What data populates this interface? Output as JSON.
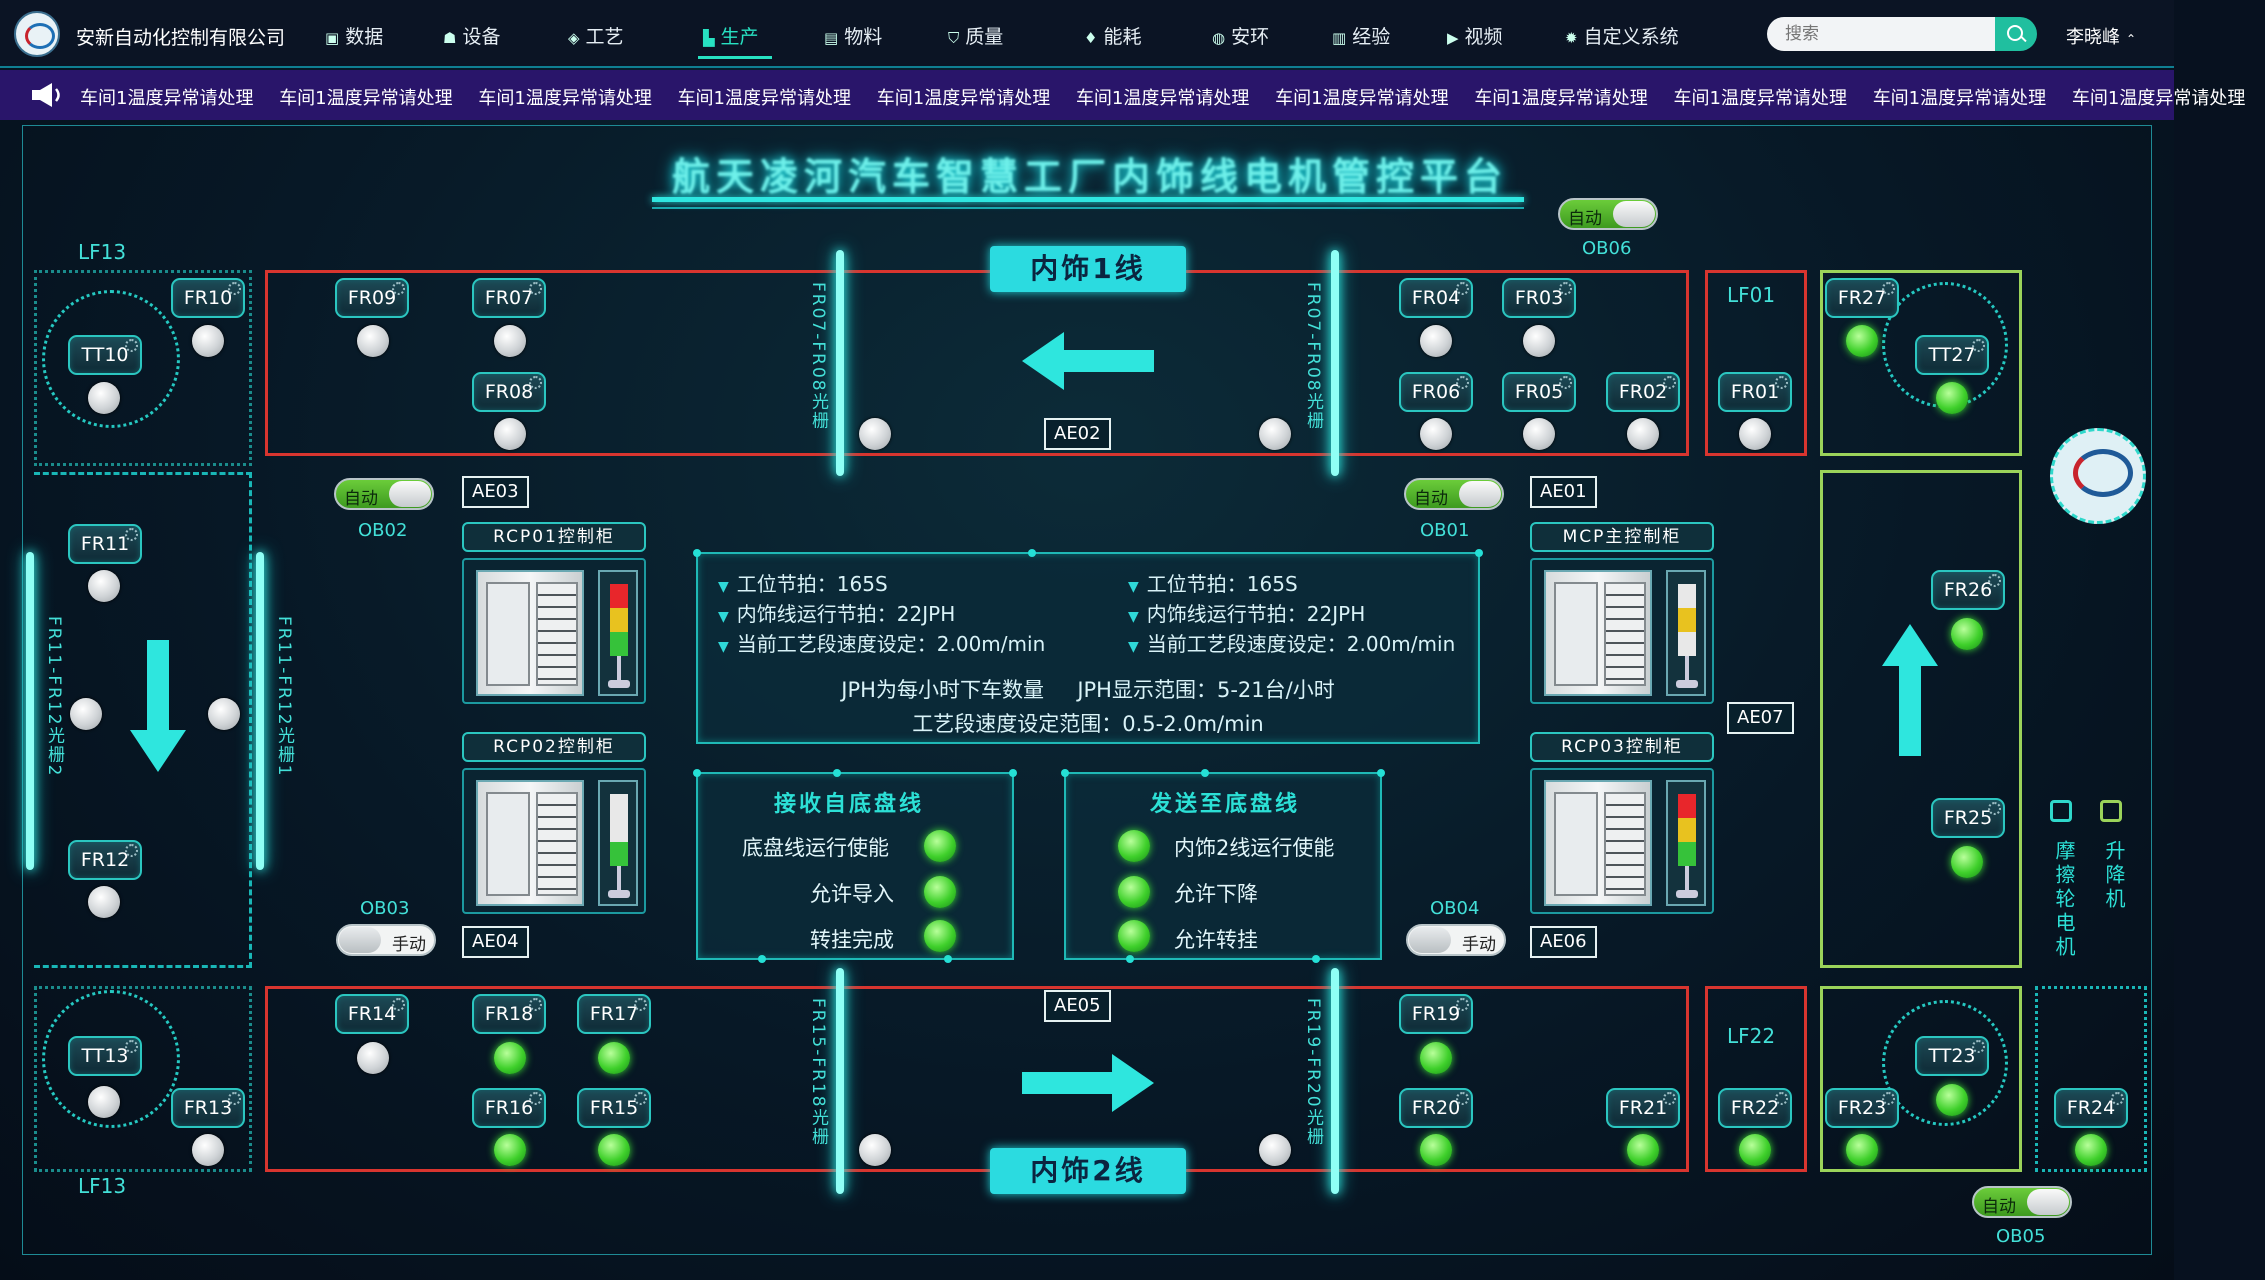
{
  "header": {
    "company": "安新自动化控制有限公司",
    "nav": [
      {
        "label": "数据",
        "icon": "data-icon",
        "active": false
      },
      {
        "label": "设备",
        "icon": "device-icon",
        "active": false
      },
      {
        "label": "工艺",
        "icon": "process-icon",
        "active": false
      },
      {
        "label": "生产",
        "icon": "production-icon",
        "active": true
      },
      {
        "label": "物料",
        "icon": "material-icon",
        "active": false
      },
      {
        "label": "质量",
        "icon": "quality-icon",
        "active": false
      },
      {
        "label": "能耗",
        "icon": "energy-icon",
        "active": false
      },
      {
        "label": "安环",
        "icon": "safety-icon",
        "active": false
      },
      {
        "label": "经验",
        "icon": "experience-icon",
        "active": false
      },
      {
        "label": "视频",
        "icon": "video-icon",
        "active": false
      },
      {
        "label": "自定义系统",
        "icon": "gear-icon",
        "active": false
      }
    ],
    "search_placeholder": "搜索",
    "user": "李晓峰"
  },
  "ticker": {
    "items": [
      "车间1温度异常请处理",
      "车间1温度异常请处理",
      "车间1温度异常请处理",
      "车间1温度异常请处理",
      "车间1温度异常请处理",
      "车间1温度异常请处理",
      "车间1温度异常请处理",
      "车间1温度异常请处理",
      "车间1温度异常请处理",
      "车间1温度异常请处理",
      "车间1温度异常请处理"
    ]
  },
  "title": "航天凌河汽车智慧工厂内饰线电机管控平台",
  "line1": {
    "label": "内饰1线",
    "light_left": "FR07-FR08光栅",
    "light_right": "FR07-FR08光栅",
    "tag": "AE02",
    "nodes": {
      "FR10": "off",
      "TT10": "off",
      "FR09": "off",
      "FR07": "off",
      "FR08": "off",
      "FR04": "off",
      "FR03": "off",
      "FR06": "off",
      "FR05": "off",
      "FR02": "off",
      "FR01": "off",
      "FR27": "on",
      "TT27": "on"
    },
    "lf_left": "LF13",
    "lf_right": "LF01"
  },
  "line2": {
    "label": "内饰2线",
    "light_left": "FR15-FR18光栅",
    "light_right": "FR19-FR20光栅",
    "tag": "AE05",
    "nodes": {
      "TT13": "off",
      "FR13": "off",
      "FR14": "off",
      "FR18": "on",
      "FR17": "on",
      "FR16": "on",
      "FR15": "on",
      "FR19": "on",
      "FR20": "on",
      "FR21": "on",
      "FR22": "on",
      "FR23": "on",
      "TT23": "on",
      "FR24": "on"
    },
    "lf_left": "LF13",
    "lf_right": "LF22"
  },
  "left_zone": {
    "light_a": "FR11-FR12光栅2",
    "light_b": "FR11-FR12光栅1",
    "nodes": {
      "FR11": "off",
      "FR12": "off"
    }
  },
  "right_zone": {
    "tag": "AE07",
    "nodes": {
      "FR26": "on",
      "FR25": "on"
    }
  },
  "toggles": {
    "OB06": "自动",
    "OB02": "自动",
    "OB01": "自动",
    "OB03": "手动",
    "OB04": "手动",
    "OB05": "自动"
  },
  "tags": {
    "AE03": "AE03",
    "AE01": "AE01",
    "AE04": "AE04",
    "AE06": "AE06"
  },
  "cabinets": [
    {
      "title": "RCP01控制柜",
      "signal": [
        "#e8262b",
        "#e8c21f",
        "#36c23a"
      ]
    },
    {
      "title": "MCP主控制柜",
      "signal": [
        "#e8e8e8",
        "#e8c21f",
        "#e8e8e8"
      ]
    },
    {
      "title": "RCP02控制柜",
      "signal": [
        "#e8e8e8",
        "#e8e8e8",
        "#36c23a"
      ]
    },
    {
      "title": "RCP03控制柜",
      "signal": [
        "#e8262b",
        "#e8c21f",
        "#36c23a"
      ]
    }
  ],
  "info": {
    "left": [
      "工位节拍：165S",
      "内饰线运行节拍：22JPH",
      "当前工艺段速度设定：2.00m/min"
    ],
    "right": [
      "工位节拍：165S",
      "内饰线运行节拍：22JPH",
      "当前工艺段速度设定：2.00m/min"
    ],
    "note1": "JPH为每小时下车数量     JPH显示范围：5-21台/小时",
    "note2": "工艺段速度设定范围：0.5-2.0m/min"
  },
  "receive_panel": {
    "title": "接收自底盘线",
    "items": [
      "底盘线运行使能",
      "允许导入",
      "转挂完成"
    ]
  },
  "send_panel": {
    "title": "发送至底盘线",
    "items": [
      "内饰2线运行使能",
      "允许下降",
      "允许转挂"
    ]
  },
  "legend": {
    "friction": "摩擦轮电机",
    "lift": "升降机"
  },
  "colors": {
    "accent": "#27e2c2",
    "line_border": "#d8352f",
    "zone_border": "#9bd35a",
    "lamp_on": "#3fd02b"
  }
}
